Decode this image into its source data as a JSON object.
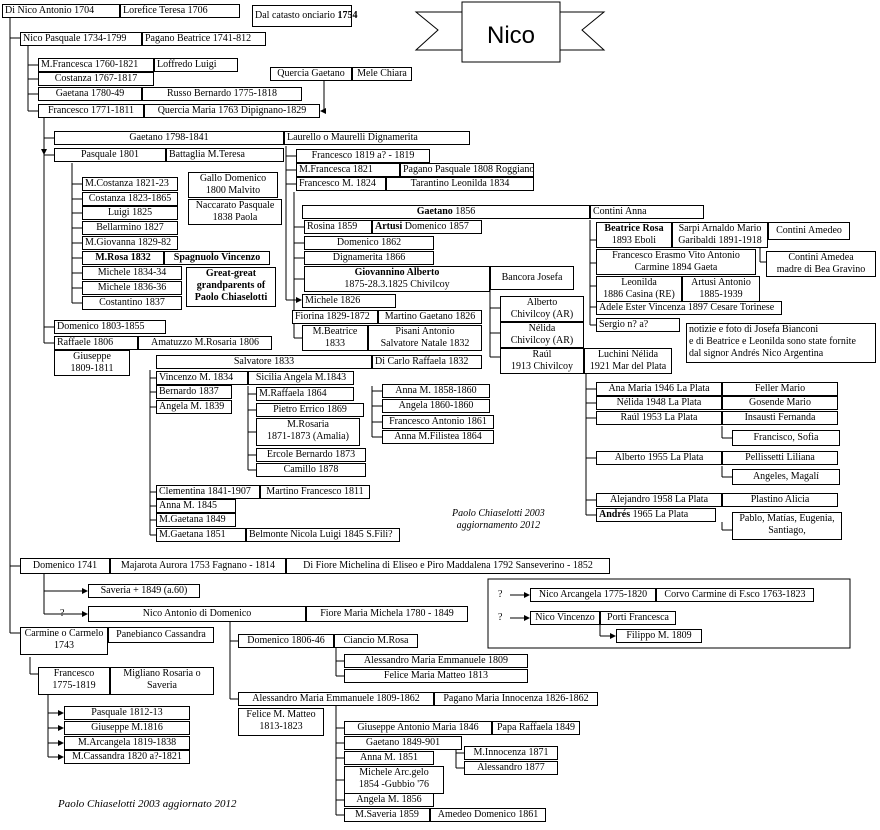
{
  "banner": {
    "title": "Nico"
  },
  "catasto": {
    "prefix": "Dal catasto onciario ",
    "year": "1754"
  },
  "notes": {
    "note1": "Great-great\ngrandparents of\nPaolo Chiaselotti",
    "note2": "notizie e foto di Josefa Bianconi\ne di Beatrice e Leonilda sono state fornite\ndal signor Andrés Nico  Argentina",
    "credit1": "Paolo Chiaselotti 2003\naggiornamento 2012",
    "credit2": "Paolo Chiaselotti 2003 aggiornato 2012"
  },
  "markers": {
    "q1": "?",
    "q2": "?",
    "q3": "?"
  },
  "people": {
    "p1": "Di Nico Antonio 1704",
    "p2": "Lorefice Teresa 1706",
    "p3": "Nico Pasquale 1734-1799",
    "p4": "Pagano Beatrice 1741-812",
    "p5": "M.Francesca 1760-1821",
    "p6": "Loffredo Luigi",
    "p7": "Costanza 1767-1817",
    "p8": "Gaetana 1780-49",
    "p9": "Russo Bernardo 1775-1818",
    "p10": "Francesco 1771-1811",
    "p11": "Quercia Maria 1763 Dipignano-1829",
    "p12": "Quercia Gaetano",
    "p13": "Mele Chiara",
    "p14": "Gaetano 1798-1841",
    "p15": "Laurello o Maurelli Dignamerita",
    "p16": "Pasquale 1801",
    "p17": "Battaglia M.Teresa",
    "p18": "Francesco 1819 a? - 1819",
    "p19": "M.Francesca 1821",
    "p20": "Pagano Pasquale 1808 Roggiano",
    "p21": "Francesco M. 1824",
    "p22": "Tarantino Leonilda 1834",
    "p23": "M.Costanza 1821-23",
    "p24": "Costanza 1823-1865",
    "p25": "Luigi 1825",
    "p26": "Bellarmino 1827",
    "p27": "M.Giovanna 1829-82",
    "p28": "M.Rosa 1832",
    "p29": "Spagnuolo Vincenzo",
    "p30": "Michele 1834-34",
    "p31": "Michele 1836-36",
    "p32": "Costantino 1837",
    "p33": "Gallo Domenico\n1800 Malvito",
    "p34": "Naccarato Pasquale\n1838 Paola",
    "p35": "Gaetano",
    "p35y": " 1856",
    "p36": "Contini Anna",
    "p37": "Rosina 1859",
    "p38": "Artusi",
    "p38b": " Domenico 1857",
    "p39": "Domenico 1862",
    "p40": "Dignamerita 1866",
    "p41": "Giovannino Alberto",
    "p41b": "1875-28.3.1825 Chivilcoy",
    "p42": "Bancora Josefa",
    "p43": "Beatrice Rosa",
    "p43b": "1893 Eboli",
    "p44": "Sarpi Arnaldo Mario\nGaribaldi 1891-1918",
    "p45": "Contini Amedeo",
    "p46": "Contini Amedea\nmadre di Bea Gravino",
    "p47": "Francesco Erasmo Vito Antonio\nCarmine 1894 Gaeta",
    "p48": "Leonilda\n1886 Casina (RE)",
    "p49": "Artusi Antonio\n1885-1939",
    "p50": "Adele Ester Vincenza 1897 Cesare Torinese",
    "p51": "Sergio n? a?",
    "p52": "Michele 1826",
    "p53": "Fiorina 1829-1872",
    "p54": "Martino Gaetano 1826",
    "p55": "M.Beatrice\n1833",
    "p56": "Pisani Antonio\nSalvatore Natale 1832",
    "p57": "Alberto\nChivilcoy (AR)",
    "p58": "Nélida\nChivilcoy (AR)",
    "p59": "Raúl\n1913 Chivilcoy",
    "p60": "Luchini Nélida\n1921 Mar del Plata",
    "p61": "Domenico 1803-1855",
    "p62": "Raffaele 1806",
    "p63": "Amatuzzo M.Rosaria 1806",
    "p64": "Giuseppe\n1809-1811",
    "p65": "Salvatore 1833",
    "p66": "Di Carlo Raffaela 1832",
    "p67": "Vincenzo M. 1834",
    "p68": "Sicilia Angela M.1843",
    "p69": "Bernardo 1837",
    "p70": "Angela M. 1839",
    "p71": "M.Raffaela 1864",
    "p72": "Pietro Errico 1869",
    "p73": "M.Rosaria\n1871-1873 (Amalia)",
    "p74": "Ercole Bernardo 1873",
    "p75": "Camillo 1878",
    "p76": "Anna M. 1858-1860",
    "p77": "Angela 1860-1860",
    "p78": "Francesco Antonio 1861",
    "p79": "Anna M.Filistea 1864",
    "p80": "Ana Maria 1946 La Plata",
    "p81": "Feller Mario",
    "p82": "Nélida 1948 La Plata",
    "p83": "Gosende Mario",
    "p84": "Raúl 1953 La Plata",
    "p85": "Insausti Fernanda",
    "p86": "Francisco, Sofia",
    "p87": "Alberto 1955 La Plata",
    "p88": "Pellissetti Liliana",
    "p89": "Angeles, Magalí",
    "p90": "Alejandro 1958 La Plata",
    "p91": "Plastino Alicia",
    "p92": "Andrés",
    "p92b": " 1965 La Plata",
    "p93": "Pablo, Matías, Eugenia,\nSantiago,",
    "p94": "Clementina 1841-1907",
    "p95": "Martino Francesco 1811",
    "p96": "Anna M. 1845",
    "p97": "M.Gaetana 1849",
    "p98": "M.Gaetana 1851",
    "p99": "Belmonte Nicola Luigi 1845 S.Fili?",
    "p100": "Domenico 1741",
    "p101": "Majarota Aurora 1753 Fagnano - 1814",
    "p102": "Di Fiore Michelina di Eliseo e Piro Maddalena 1792 Sanseverino - 1852",
    "p103": "Saveria + 1849 (a.60)",
    "p104": "Nico Antonio di  Domenico",
    "p105": "Fiore Maria Michela 1780 - 1849",
    "p106": "Nico Arcangela 1775-1820",
    "p107": "Corvo Carmine di F.sco 1763-1823",
    "p108": "Nico Vincenzo",
    "p109": "Porti Francesca",
    "p110": "Filippo M. 1809",
    "p111": "Carmine o Carmelo\n1743",
    "p112": "Panebianco Cassandra",
    "p113": "Francesco\n1775-1819",
    "p114": "Migliano Rosaria o\nSaveria",
    "p115": "Pasquale 1812-13",
    "p116": "Giuseppe M.1816",
    "p117": "M.Arcangela 1819-1838",
    "p118": "M.Cassandra 1820 a?-1821",
    "p119": "Domenico 1806-46",
    "p120": "Ciancio M.Rosa",
    "p121": "Alessandro Maria Emmanuele 1809",
    "p122": "Felice Maria Matteo 1813",
    "p123": "Alessandro Maria Emmanuele 1809-1862",
    "p124": "Pagano Maria Innocenza 1826-1862",
    "p125": "Felice M. Matteo\n1813-1823",
    "p126": "Giuseppe Antonio Maria 1846",
    "p127": "Papa Raffaela 1849",
    "p128": "Gaetano 1849-901",
    "p129": "Anna M. 1851",
    "p130": "M.Innocenza 1871",
    "p131": "Alessandro 1877",
    "p132": "Michele  Arc.gelo\n1854 -Gubbio '76",
    "p133": "Angela M. 1856",
    "p134": "M.Saveria 1859",
    "p135": "Amedeo Domenico 1861"
  }
}
